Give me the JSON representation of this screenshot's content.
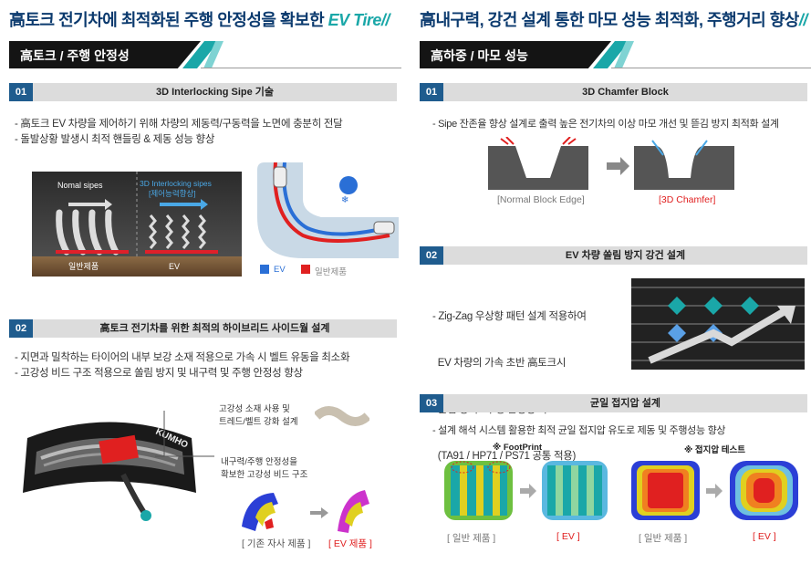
{
  "left": {
    "headline": {
      "main": "高토크 전기차에 최적화된 주행 안정성을 확보한 ",
      "accent": "EV Tire//"
    },
    "banner": "高토크 / 주행 안정성",
    "sections": [
      {
        "num": "01",
        "title": "3D Interlocking Sipe 기술",
        "bullets": [
          "- 高토크 EV 차량을 제어하기 위해 차량의 제동력/구동력을 노면에 충분히 전달",
          "- 돌발상황 발생시 최적 핸들링 & 제동 성능 향상"
        ],
        "figure": {
          "normal_label": "Nomal sipes",
          "interlock_label": "3D Interlocking sipes",
          "interlock_sub": "[제어능력향상]",
          "bottom_left": "일반제품",
          "bottom_right": "EV",
          "legend": [
            {
              "label": "EV",
              "color": "#2a6fd6"
            },
            {
              "label": "일반제품",
              "color": "#e02020"
            }
          ]
        }
      },
      {
        "num": "02",
        "title": "高토크 전기차를 위한 최적의 하이브리드 사이드월 설계",
        "bullets": [
          "- 지면과 밀착하는 타이어의 내부 보강 소재 적용으로 가속 시 벨트 유동을 최소화",
          "- 고강성 비드 구조 적용으로 쏠림 방지 및 내구력 및 주행 안정성 향상"
        ],
        "figure": {
          "callout1": [
            "고강성 소재 사용 및",
            "트레드/벨트 강화 설계"
          ],
          "callout2": [
            "내구력/주행 안정성을",
            "확보한 고강성 비드 구조"
          ],
          "tire_text": "KUMHO",
          "caption_left": "[ 기존 자사 제품 ]",
          "caption_right": "[ EV 제품 ]"
        }
      }
    ]
  },
  "right": {
    "headline": {
      "main": "高내구력, 강건 설계 통한 마모 성능 최적화, 주행거리 향상",
      "accent": "//"
    },
    "banner": "高하중 / 마모 성능",
    "sections": [
      {
        "num": "01",
        "title": "3D Chamfer Block",
        "bullets": [
          "- Sipe 잔존율 향상 설계로 출력 높은 전기차의 이상 마모 개선 및 뜯김 방지 최적화 설계"
        ],
        "figure": {
          "caption_left": "[Normal Block Edge]",
          "caption_right": "[3D Chamfer]"
        }
      },
      {
        "num": "02",
        "title": "EV 차량 쏠림 방지 강건 설계",
        "paragraph": [
          "- Zig-Zag 우상향 패턴 설계 적용하여",
          "  EV 차량의 가속 초반 高토크시",
          "  쏠림 방지 / 주행 안정성 확보",
          "  (TA91 / HP71 / PS71 공통 적용)"
        ]
      },
      {
        "num": "03",
        "title": "균일 접지압 설계",
        "bullets": [
          "- 설계 해석 시스템 활용한 최적 균일 접지압 유도로  제동 및 주행성능 향상"
        ],
        "figure": {
          "footprint_title": "※ FootPrint",
          "pressure_title": "※ 접지압 테스트",
          "captions": [
            "[ 일반 제품 ]",
            "[ EV ]",
            "[ 일반 제품 ]",
            "[ EV ]"
          ]
        }
      }
    ]
  },
  "colors": {
    "navy": "#0b3a6e",
    "teal": "#1aa7a8",
    "red": "#e02020",
    "blue": "#2a6fd6"
  }
}
